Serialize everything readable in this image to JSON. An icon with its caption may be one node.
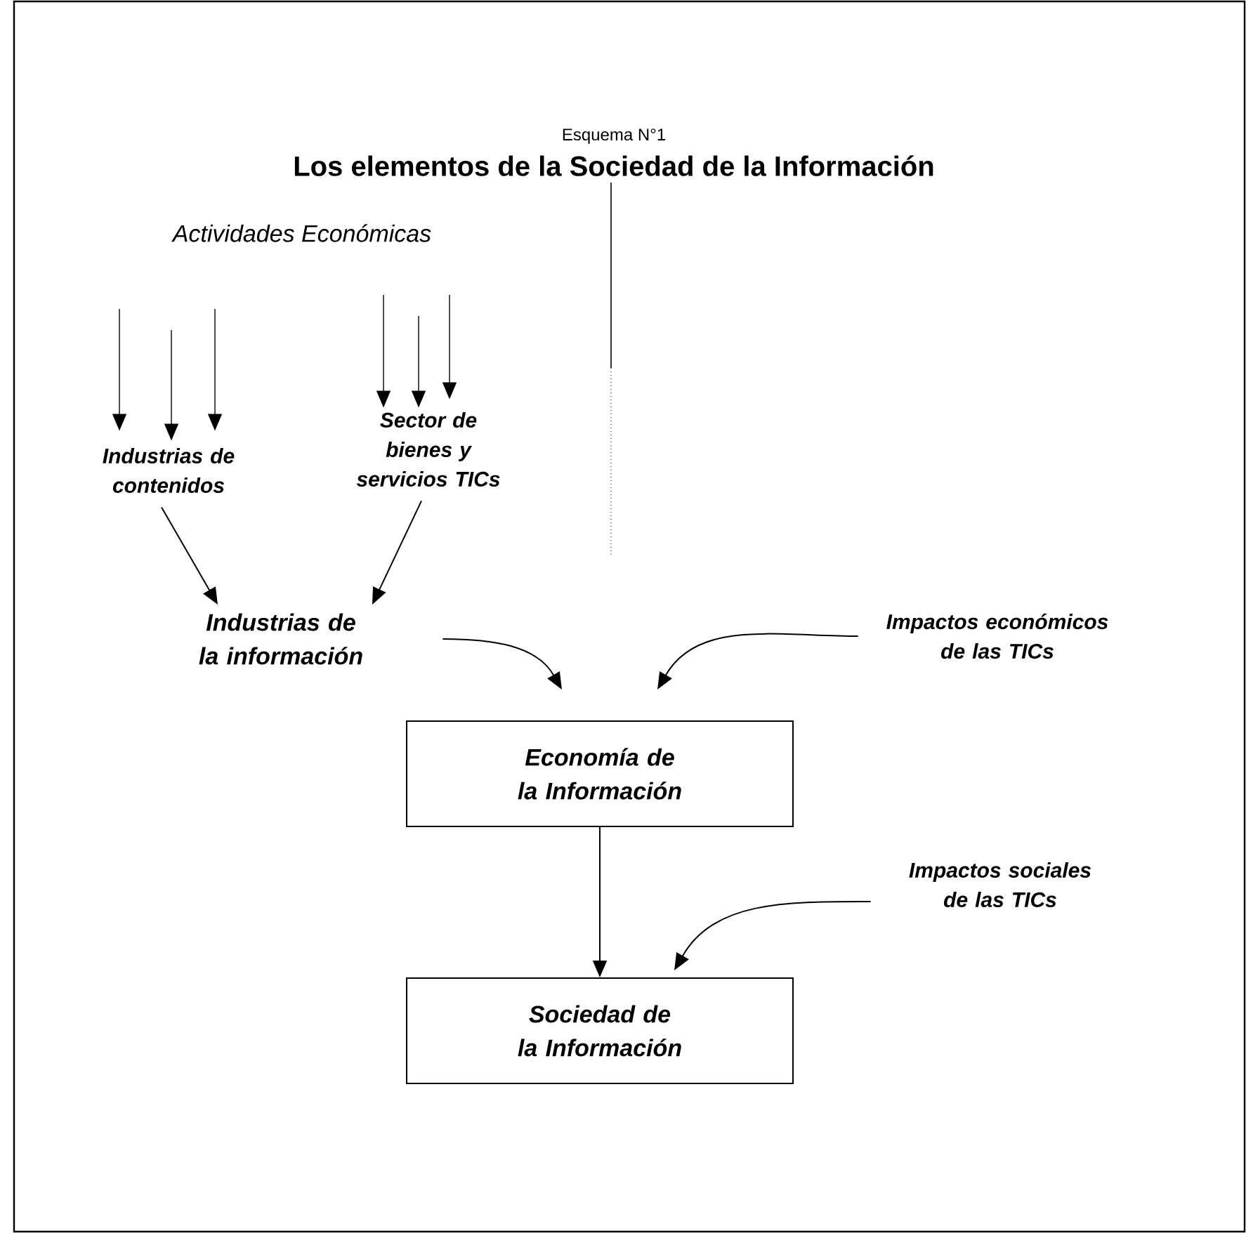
{
  "diagram": {
    "title": "Los elementos de la Sociedad de la Información",
    "nodes": [
      {
        "text": [
          "Industrias de contenidos"
        ]
      },
      {
        "text": [
          "Sector de bienes y servicios TICs"
        ]
      },
      {
        "text": [
          "Industrias de la información"
        ]
      },
      {
        "text": [
          "Impactos económicos de las TICs"
        ]
      },
      {
        "text": [
          "Economía de la Información"
        ]
      },
      {
        "text": [
          "Impactos sociales de las TICs"
        ]
      },
      {
        "text": [
          "Sociedad de la Información"
        ]
      }
    ],
    "edges": [
      {
        "from": null,
        "to": 0,
        "arrow": "to"
      },
      {
        "from": null,
        "to": 0,
        "arrow": "to"
      },
      {
        "from": null,
        "to": 0,
        "arrow": "to"
      },
      {
        "from": null,
        "to": 1,
        "arrow": "to"
      },
      {
        "from": null,
        "to": 1,
        "arrow": "to"
      },
      {
        "from": null,
        "to": 1,
        "arrow": "to"
      },
      {
        "from": 0,
        "to": 2,
        "arrow": "to"
      },
      {
        "from": 1,
        "to": 2,
        "arrow": "to"
      },
      {
        "from": 2,
        "to": 4,
        "arrow": "to"
      },
      {
        "from": 3,
        "to": 4,
        "arrow": "to"
      },
      {
        "from": 4,
        "to": 6,
        "arrow": "to"
      },
      {
        "from": 5,
        "to": 6,
        "arrow": "to"
      }
    ],
    "labels": [
      "Esquema N°1",
      "Actividades Económicas"
    ]
  }
}
